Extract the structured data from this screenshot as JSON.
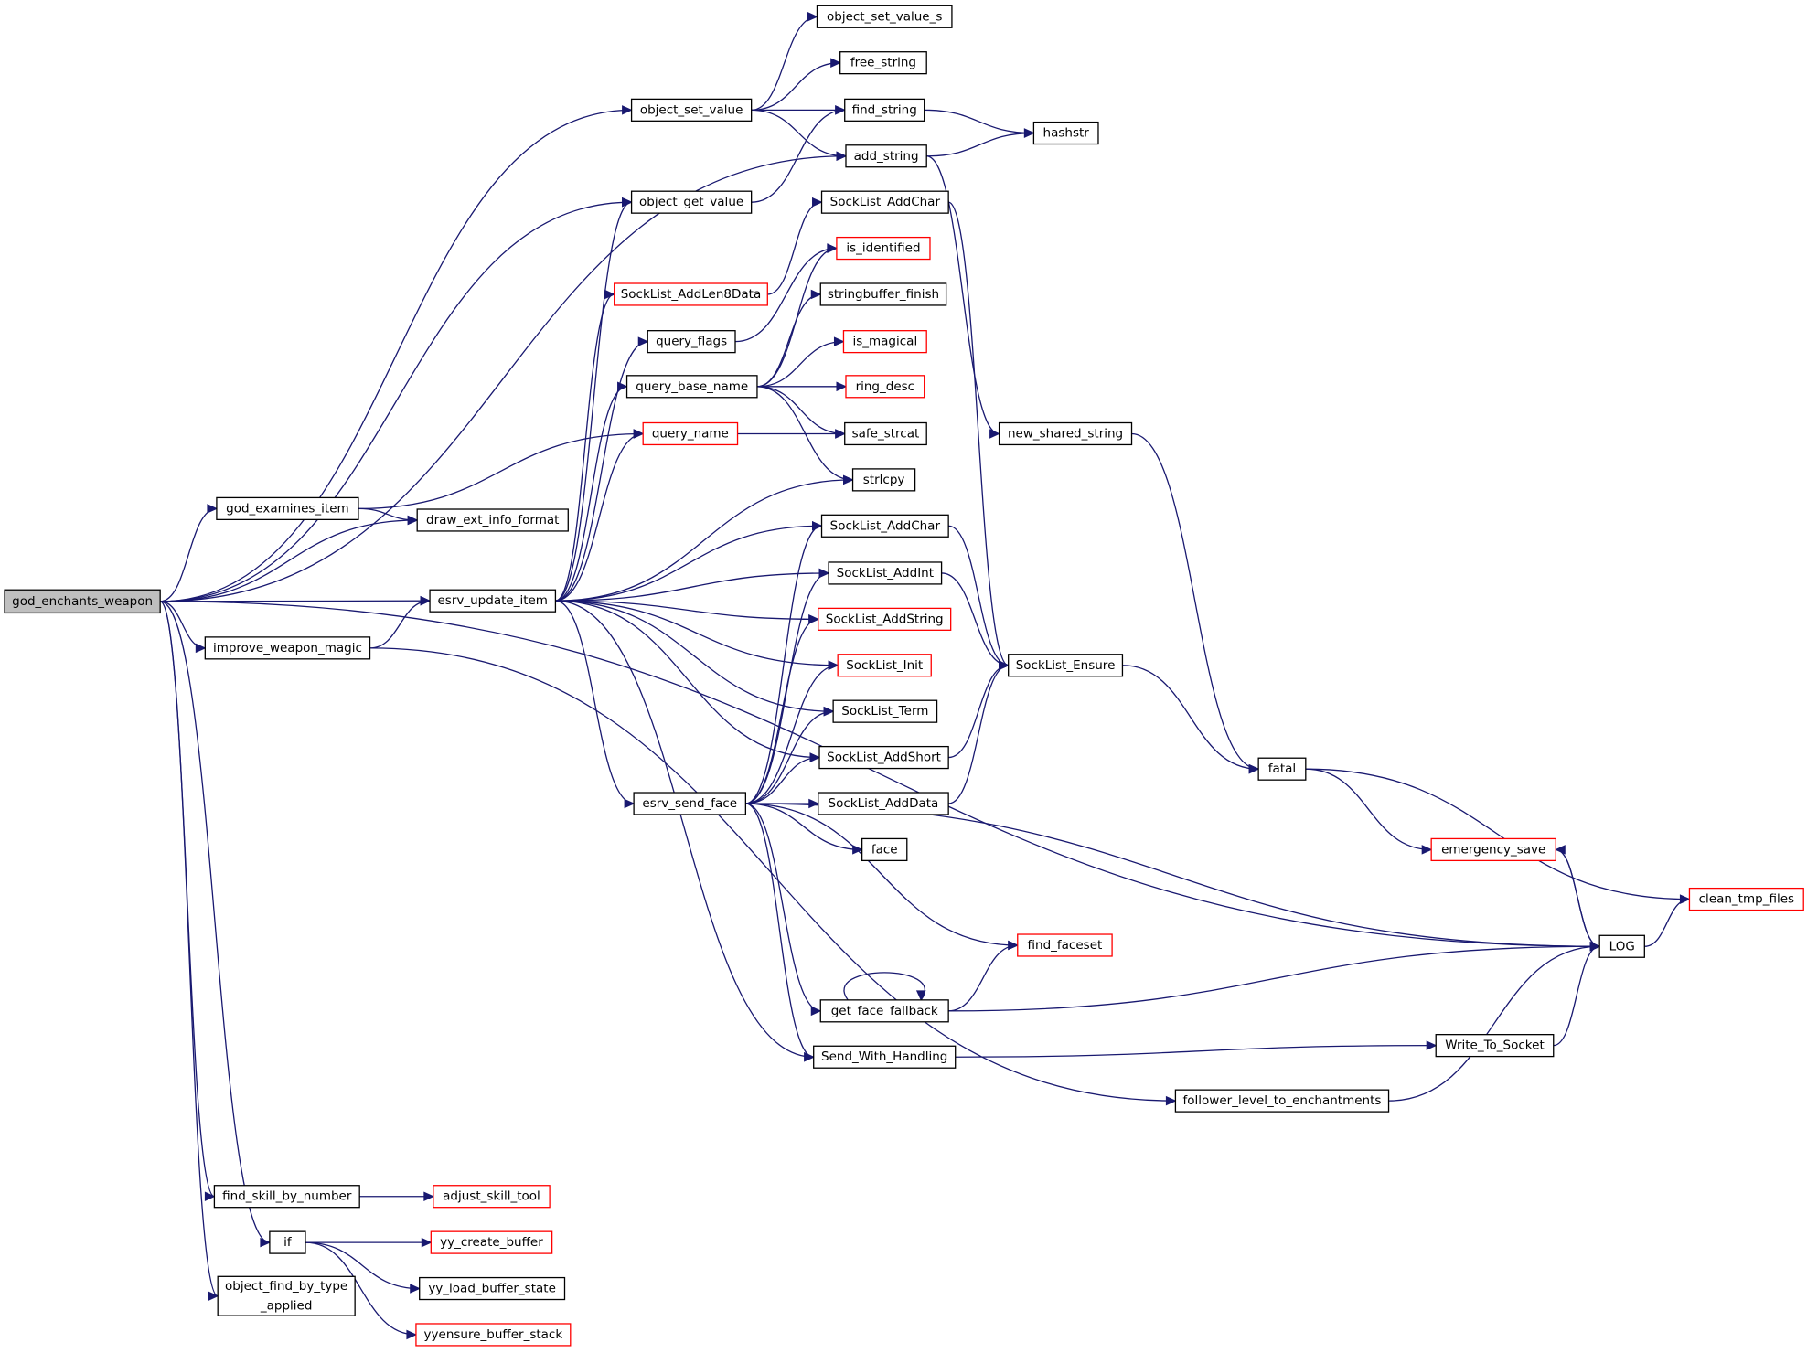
{
  "diagram": {
    "type": "call-graph",
    "colors": {
      "edge": "#191970",
      "node_border": "#000000",
      "node_border_truncated": "#ff0000",
      "root_fill": "#bfbfbf"
    },
    "nodes": [
      {
        "id": "god_enchants_weapon",
        "label": "god_enchants_weapon",
        "style": "root"
      },
      {
        "id": "object_set_value",
        "label": "object_set_value",
        "style": "normal"
      },
      {
        "id": "object_get_value",
        "label": "object_get_value",
        "style": "normal"
      },
      {
        "id": "god_examines_item",
        "label": "god_examines_item",
        "style": "normal"
      },
      {
        "id": "draw_ext_info_format",
        "label": "draw_ext_info_format",
        "style": "normal"
      },
      {
        "id": "esrv_update_item",
        "label": "esrv_update_item",
        "style": "normal"
      },
      {
        "id": "improve_weapon_magic",
        "label": "improve_weapon_magic",
        "style": "normal"
      },
      {
        "id": "object_set_value_s",
        "label": "object_set_value_s",
        "style": "normal"
      },
      {
        "id": "free_string",
        "label": "free_string",
        "style": "normal"
      },
      {
        "id": "find_string",
        "label": "find_string",
        "style": "normal"
      },
      {
        "id": "add_string",
        "label": "add_string",
        "style": "normal"
      },
      {
        "id": "hashstr",
        "label": "hashstr",
        "style": "normal"
      },
      {
        "id": "SockList_AddChar_1",
        "label": "SockList_AddChar",
        "style": "normal"
      },
      {
        "id": "SockList_AddLen8Data",
        "label": "SockList_AddLen8Data",
        "style": "truncated"
      },
      {
        "id": "is_identified",
        "label": "is_identified",
        "style": "truncated"
      },
      {
        "id": "query_flags",
        "label": "query_flags",
        "style": "normal"
      },
      {
        "id": "stringbuffer_finish",
        "label": "stringbuffer_finish",
        "style": "normal"
      },
      {
        "id": "query_base_name",
        "label": "query_base_name",
        "style": "normal"
      },
      {
        "id": "is_magical",
        "label": "is_magical",
        "style": "truncated"
      },
      {
        "id": "ring_desc",
        "label": "ring_desc",
        "style": "truncated"
      },
      {
        "id": "query_name",
        "label": "query_name",
        "style": "truncated"
      },
      {
        "id": "safe_strcat",
        "label": "safe_strcat",
        "style": "normal"
      },
      {
        "id": "strlcpy",
        "label": "strlcpy",
        "style": "normal"
      },
      {
        "id": "new_shared_string",
        "label": "new_shared_string",
        "style": "normal"
      },
      {
        "id": "SockList_AddChar_2",
        "label": "SockList_AddChar",
        "style": "normal"
      },
      {
        "id": "SockList_AddInt",
        "label": "SockList_AddInt",
        "style": "normal"
      },
      {
        "id": "SockList_AddString",
        "label": "SockList_AddString",
        "style": "truncated"
      },
      {
        "id": "SockList_Init",
        "label": "SockList_Init",
        "style": "truncated"
      },
      {
        "id": "SockList_Term",
        "label": "SockList_Term",
        "style": "normal"
      },
      {
        "id": "SockList_AddShort",
        "label": "SockList_AddShort",
        "style": "normal"
      },
      {
        "id": "SockList_AddData",
        "label": "SockList_AddData",
        "style": "normal"
      },
      {
        "id": "SockList_Ensure",
        "label": "SockList_Ensure",
        "style": "normal"
      },
      {
        "id": "esrv_send_face",
        "label": "esrv_send_face",
        "style": "normal"
      },
      {
        "id": "face",
        "label": "face",
        "style": "normal"
      },
      {
        "id": "fatal",
        "label": "fatal",
        "style": "normal"
      },
      {
        "id": "emergency_save",
        "label": "emergency_save",
        "style": "truncated"
      },
      {
        "id": "clean_tmp_files",
        "label": "clean_tmp_files",
        "style": "truncated"
      },
      {
        "id": "LOG",
        "label": "LOG",
        "style": "normal"
      },
      {
        "id": "find_faceset",
        "label": "find_faceset",
        "style": "truncated"
      },
      {
        "id": "get_face_fallback",
        "label": "get_face_fallback",
        "style": "normal"
      },
      {
        "id": "Send_With_Handling",
        "label": "Send_With_Handling",
        "style": "normal"
      },
      {
        "id": "Write_To_Socket",
        "label": "Write_To_Socket",
        "style": "normal"
      },
      {
        "id": "follower_level_to_enchantments",
        "label": "follower_level_to_enchantments",
        "style": "normal"
      },
      {
        "id": "find_skill_by_number",
        "label": "find_skill_by_number",
        "style": "normal"
      },
      {
        "id": "adjust_skill_tool",
        "label": "adjust_skill_tool",
        "style": "truncated"
      },
      {
        "id": "if",
        "label": "if",
        "style": "normal"
      },
      {
        "id": "yy_create_buffer",
        "label": "yy_create_buffer",
        "style": "truncated"
      },
      {
        "id": "yy_load_buffer_state",
        "label": "yy_load_buffer_state",
        "style": "normal"
      },
      {
        "id": "object_find_by_type_applied",
        "label": "object_find_by_type\n_applied",
        "style": "normal"
      },
      {
        "id": "yyensure_buffer_stack",
        "label": "yyensure_buffer_stack",
        "style": "truncated"
      }
    ],
    "edges": [
      [
        "god_enchants_weapon",
        "object_set_value"
      ],
      [
        "god_enchants_weapon",
        "object_get_value"
      ],
      [
        "god_enchants_weapon",
        "add_string"
      ],
      [
        "god_enchants_weapon",
        "god_examines_item"
      ],
      [
        "god_enchants_weapon",
        "draw_ext_info_format"
      ],
      [
        "god_enchants_weapon",
        "esrv_update_item"
      ],
      [
        "god_enchants_weapon",
        "improve_weapon_magic"
      ],
      [
        "god_enchants_weapon",
        "LOG"
      ],
      [
        "god_enchants_weapon",
        "find_skill_by_number"
      ],
      [
        "god_enchants_weapon",
        "if"
      ],
      [
        "god_enchants_weapon",
        "object_find_by_type_applied"
      ],
      [
        "object_set_value",
        "object_set_value_s"
      ],
      [
        "object_set_value",
        "free_string"
      ],
      [
        "object_set_value",
        "find_string"
      ],
      [
        "object_set_value",
        "add_string"
      ],
      [
        "object_get_value",
        "find_string"
      ],
      [
        "find_string",
        "hashstr"
      ],
      [
        "add_string",
        "hashstr"
      ],
      [
        "add_string",
        "new_shared_string"
      ],
      [
        "god_examines_item",
        "query_name"
      ],
      [
        "god_examines_item",
        "draw_ext_info_format"
      ],
      [
        "improve_weapon_magic",
        "esrv_update_item"
      ],
      [
        "improve_weapon_magic",
        "follower_level_to_enchantments"
      ],
      [
        "esrv_update_item",
        "object_get_value"
      ],
      [
        "esrv_update_item",
        "SockList_AddLen8Data"
      ],
      [
        "esrv_update_item",
        "query_flags"
      ],
      [
        "esrv_update_item",
        "query_base_name"
      ],
      [
        "esrv_update_item",
        "query_name"
      ],
      [
        "esrv_update_item",
        "strlcpy"
      ],
      [
        "esrv_update_item",
        "SockList_AddChar_2"
      ],
      [
        "esrv_update_item",
        "SockList_AddInt"
      ],
      [
        "esrv_update_item",
        "SockList_AddString"
      ],
      [
        "esrv_update_item",
        "SockList_Init"
      ],
      [
        "esrv_update_item",
        "SockList_Term"
      ],
      [
        "esrv_update_item",
        "SockList_AddShort"
      ],
      [
        "esrv_update_item",
        "esrv_send_face"
      ],
      [
        "esrv_update_item",
        "Send_With_Handling"
      ],
      [
        "SockList_AddLen8Data",
        "SockList_AddChar_1"
      ],
      [
        "SockList_AddChar_1",
        "SockList_Ensure"
      ],
      [
        "query_flags",
        "is_identified"
      ],
      [
        "query_base_name",
        "is_identified"
      ],
      [
        "query_base_name",
        "stringbuffer_finish"
      ],
      [
        "query_base_name",
        "is_magical"
      ],
      [
        "query_base_name",
        "ring_desc"
      ],
      [
        "query_base_name",
        "safe_strcat"
      ],
      [
        "query_base_name",
        "strlcpy"
      ],
      [
        "query_name",
        "safe_strcat"
      ],
      [
        "new_shared_string",
        "fatal"
      ],
      [
        "SockList_AddChar_2",
        "SockList_Ensure"
      ],
      [
        "SockList_AddInt",
        "SockList_Ensure"
      ],
      [
        "SockList_AddShort",
        "SockList_Ensure"
      ],
      [
        "SockList_AddData",
        "SockList_Ensure"
      ],
      [
        "SockList_Ensure",
        "fatal"
      ],
      [
        "esrv_send_face",
        "SockList_AddChar_2"
      ],
      [
        "esrv_send_face",
        "SockList_AddInt"
      ],
      [
        "esrv_send_face",
        "SockList_AddString"
      ],
      [
        "esrv_send_face",
        "SockList_Init"
      ],
      [
        "esrv_send_face",
        "SockList_Term"
      ],
      [
        "esrv_send_face",
        "SockList_AddShort"
      ],
      [
        "esrv_send_face",
        "SockList_AddData"
      ],
      [
        "esrv_send_face",
        "face"
      ],
      [
        "esrv_send_face",
        "LOG"
      ],
      [
        "esrv_send_face",
        "find_faceset"
      ],
      [
        "esrv_send_face",
        "get_face_fallback"
      ],
      [
        "esrv_send_face",
        "Send_With_Handling"
      ],
      [
        "get_face_fallback",
        "get_face_fallback"
      ],
      [
        "get_face_fallback",
        "find_faceset"
      ],
      [
        "get_face_fallback",
        "LOG"
      ],
      [
        "Send_With_Handling",
        "Write_To_Socket"
      ],
      [
        "Write_To_Socket",
        "LOG"
      ],
      [
        "follower_level_to_enchantments",
        "LOG"
      ],
      [
        "fatal",
        "emergency_save"
      ],
      [
        "fatal",
        "clean_tmp_files"
      ],
      [
        "emergency_save",
        "LOG"
      ],
      [
        "LOG",
        "emergency_save"
      ],
      [
        "LOG",
        "clean_tmp_files"
      ],
      [
        "find_skill_by_number",
        "adjust_skill_tool"
      ],
      [
        "if",
        "yy_create_buffer"
      ],
      [
        "if",
        "yy_load_buffer_state"
      ],
      [
        "if",
        "yyensure_buffer_stack"
      ]
    ]
  }
}
